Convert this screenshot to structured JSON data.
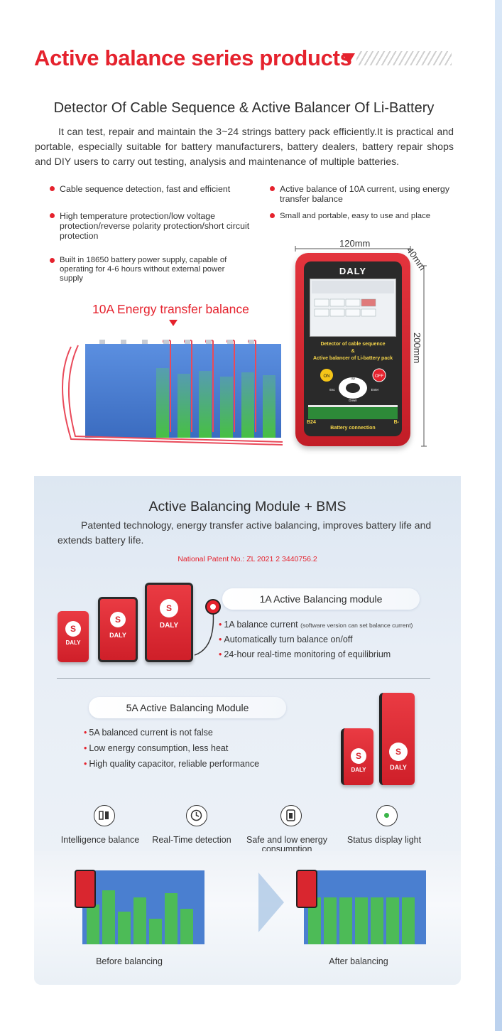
{
  "header": {
    "title": "Active balance series products"
  },
  "detector": {
    "title": "Detector Of Cable Sequence & Active Balancer Of Li-Battery",
    "intro": "It can test, repair and maintain the 3~24 strings battery pack efficiently.It is practical and portable, especially suitable for battery manufacturers, battery dealers, battery repair shops and DIY users to carry out testing, analysis and maintenance of multiple batteries.",
    "features_left": [
      "Cable sequence detection, fast and efficient",
      "High temperature protection/low voltage protection/reverse polarity protection/short circuit protection",
      "Built in 18650 battery power supply, capable of operating for 4-6 hours without external power supply"
    ],
    "features_right": [
      "Active balance of 10A current, using energy transfer balance",
      "Small and portable, easy to use and place"
    ],
    "energy_label": "10A Energy transfer balance",
    "dimensions": {
      "width": "120mm",
      "depth": "40mm",
      "height": "200mm"
    },
    "device": {
      "brand": "DALY",
      "caption_line1": "Detector of cable sequence",
      "caption_line2": "&",
      "caption_line3": "Active balancer of Li-battery pack",
      "key_on": "ON",
      "key_off": "OFF",
      "key_up": "Up",
      "key_down": "Down",
      "key_esc": "Esc",
      "key_enter": "Enter",
      "port_left": "B24",
      "port_right": "B-",
      "footer": "Battery connection"
    }
  },
  "bms": {
    "title": "Active Balancing Module + BMS",
    "intro": "Patented technology, energy transfer active balancing, improves battery life and extends battery life.",
    "patent": "National Patent No.: ZL 2021 2 3440756.2",
    "module_1a": {
      "title": "1A Active Balancing module",
      "features": [
        "1A balance current",
        "Automatically turn balance on/off",
        "24-hour real-time monitoring of equilibrium"
      ],
      "feature_note": "(software version can set balance current)"
    },
    "module_5a": {
      "title": "5A Active Balancing Module",
      "features": [
        "5A balanced current is not false",
        "Low energy consumption, less heat",
        "High quality capacitor, reliable performance"
      ]
    },
    "module_brand": "DALY",
    "icons": [
      {
        "icon": "balance-icon",
        "label": "Intelligence balance"
      },
      {
        "icon": "clock-icon",
        "label": "Real-Time detection"
      },
      {
        "icon": "battery-safe-icon",
        "label": "Safe and low energy consumption"
      },
      {
        "icon": "status-light-icon",
        "label": "Status display light"
      }
    ],
    "scene": {
      "before": "Before balancing",
      "after": "After balancing"
    }
  },
  "colors": {
    "accent": "#e5222d",
    "panel_top": "#dde7f2",
    "cell_blue": "#4a7fd0",
    "cell_green": "#4ec24a"
  }
}
